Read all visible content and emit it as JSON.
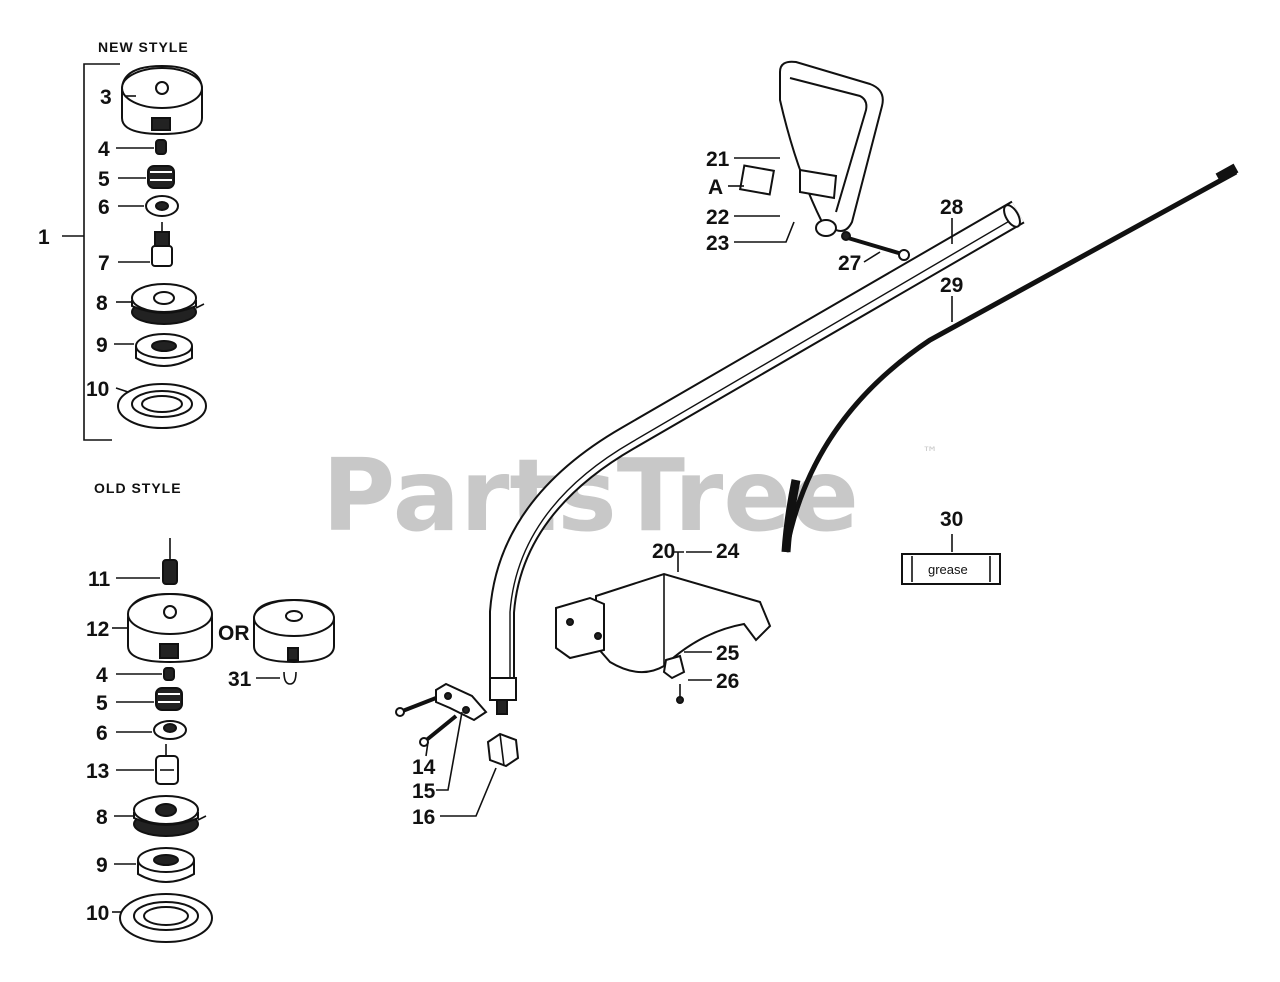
{
  "headers": {
    "new_style": "NEW STYLE",
    "old_style": "OLD STYLE"
  },
  "watermark": {
    "text": "PartsTree",
    "trademark": "™"
  },
  "words": {
    "or": "OR",
    "grease": "grease"
  },
  "labels": {
    "l1": "1",
    "l3": "3",
    "l4a": "4",
    "l5a": "5",
    "l6a": "6",
    "l7": "7",
    "l8a": "8",
    "l9a": "9",
    "l10a": "10",
    "l11": "11",
    "l12": "12",
    "l4b": "4",
    "l5b": "5",
    "l6b": "6",
    "l13": "13",
    "l8b": "8",
    "l9b": "9",
    "l10b": "10",
    "l31": "31",
    "l14": "14",
    "l15": "15",
    "l16": "16",
    "l20": "20",
    "l24": "24",
    "l25": "25",
    "l26": "26",
    "l21": "21",
    "lA": "A",
    "l22": "22",
    "l23": "23",
    "l27": "27",
    "l28": "28",
    "l29": "29",
    "l30": "30"
  }
}
